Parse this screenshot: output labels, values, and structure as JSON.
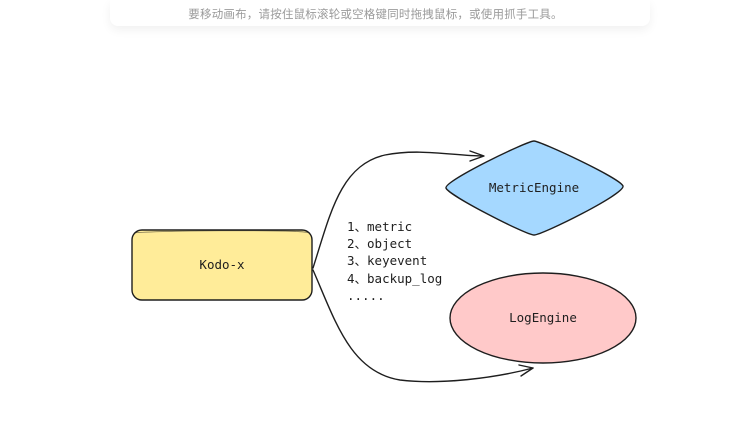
{
  "hint": "要移动画布，请按住鼠标滚轮或空格键同时拖拽鼠标，或使用抓手工具。",
  "nodes": {
    "source": {
      "label": "Kodo-x",
      "fill": "#ffec99"
    },
    "metric": {
      "label": "MetricEngine",
      "fill": "#a5d8ff"
    },
    "log": {
      "label": "LogEngine",
      "fill": "#ffc9c9"
    }
  },
  "edge_label_lines": [
    "1、metric",
    "2、object",
    "3、keyevent",
    "4、backup_log",
    "....."
  ],
  "colors": {
    "stroke": "#1e1e1e"
  }
}
